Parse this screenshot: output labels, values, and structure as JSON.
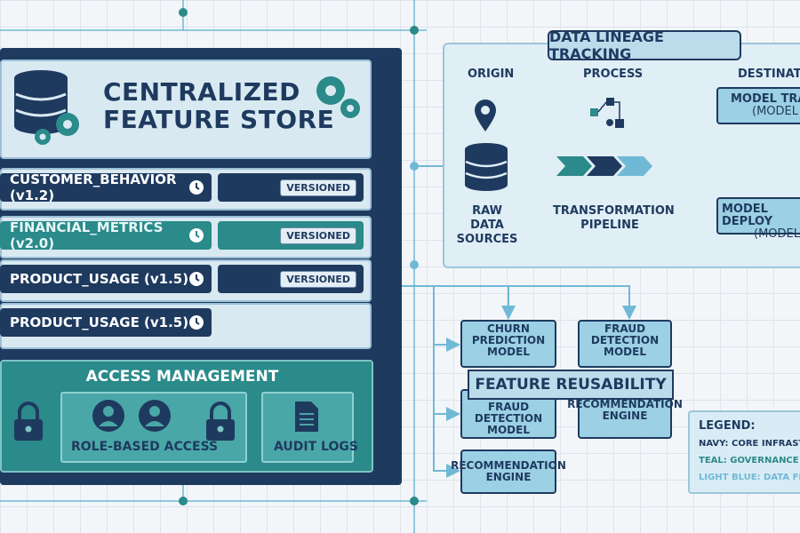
{
  "feature_store": {
    "title_line1": "CENTRALIZED",
    "title_line2": "FEATURE STORE",
    "features": [
      {
        "name": "CUSTOMER_BEHAVIOR (v1.2)",
        "badge": "VERSIONED"
      },
      {
        "name": "FINANCIAL_METRICS (v2.0)",
        "badge": "VERSIONED"
      },
      {
        "name": "PRODUCT_USAGE (v1.5)",
        "badge": "VERSIONED"
      },
      {
        "name": "PRODUCT_USAGE (v1.5)",
        "badge": ""
      }
    ]
  },
  "access": {
    "title": "ACCESS MANAGEMENT",
    "role_label": "ROLE-BASED ACCESS",
    "audit_label": "AUDIT LOGS"
  },
  "lineage": {
    "title": "DATA LINEAGE TRACKING",
    "steps": [
      "ORIGIN",
      "PROCESS",
      "DESTINATI"
    ],
    "raw_label": [
      "RAW DATA",
      "SOURCES"
    ],
    "transform_label": [
      "TRANSFORMATION",
      "PIPELINE"
    ],
    "model_train": [
      "MODEL TRAI",
      "(MODEL A"
    ],
    "model_deploy": [
      "MODEL DEPLOY",
      "(MODEL B"
    ]
  },
  "reuse": {
    "title": "FEATURE REUSABILITY",
    "boxes": [
      "CHURN PREDICTION MODEL",
      "FRAUD DETECTION MODEL",
      "FRAUD DETECTION MODEL",
      "RECOMMENDATION ENGINE",
      "RECOMMENDATION ENGINE"
    ]
  },
  "legend": {
    "title": "LEGEND:",
    "items": [
      {
        "text": "NAVY: CORE INFRASTRU",
        "color": "#1e3a5f"
      },
      {
        "text": "TEAL: GOVERNANCE & S",
        "color": "#2b8a8a"
      },
      {
        "text": "LIGHT BLUE: DATA FLOW",
        "color": "#6fb9d6"
      }
    ]
  },
  "colors": {
    "navy": "#1e3a5f",
    "teal": "#2b8a8a",
    "light_blue": "#6fb9d6"
  }
}
